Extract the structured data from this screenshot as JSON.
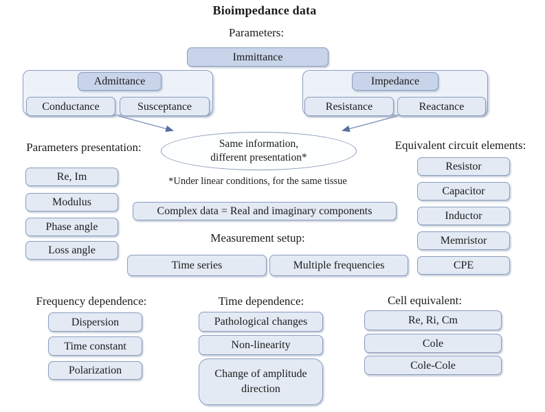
{
  "title": "Bioimpedance data",
  "parameters": {
    "heading": "Parameters:",
    "immittance": "Immittance",
    "admittance": "Admittance",
    "conductance": "Conductance",
    "susceptance": "Susceptance",
    "impedance": "Impedance",
    "resistance": "Resistance",
    "reactance": "Reactance"
  },
  "ellipse": {
    "line1": "Same information,",
    "line2": "different presentation*"
  },
  "footnote": "*Under linear conditions, for the same tissue",
  "parameters_presentation": {
    "heading": "Parameters presentation:",
    "items": [
      "Re, Im",
      "Modulus",
      "Phase angle",
      "Loss angle"
    ]
  },
  "equivalent_circuit": {
    "heading": "Equivalent circuit elements:",
    "items": [
      "Resistor",
      "Capacitor",
      "Inductor",
      "Memristor",
      "CPE"
    ]
  },
  "complex_data_label": "Complex data = Real and imaginary components",
  "measurement_setup": {
    "heading": "Measurement setup:",
    "items": [
      "Time series",
      "Multiple frequencies"
    ]
  },
  "frequency_dependence": {
    "heading": "Frequency dependence:",
    "items": [
      "Dispersion",
      "Time constant",
      "Polarization"
    ]
  },
  "time_dependence": {
    "heading": "Time dependence:",
    "items": [
      "Pathological changes",
      "Non-linearity",
      "Change of amplitude direction"
    ]
  },
  "cell_equivalent": {
    "heading": "Cell equivalent:",
    "items": [
      "Re, Ri, Cm",
      "Cole",
      "Cole-Cole"
    ]
  },
  "colors": {
    "box_fill": "#e3eaf4",
    "box_fill_dark": "#c8d4e9",
    "group_fill": "#edf2f9",
    "box_border": "#8a9cbd",
    "arrow_line": "#7b90ba",
    "arrow_head": "#54709f",
    "text": "#1b1b1b",
    "background": "#ffffff"
  }
}
